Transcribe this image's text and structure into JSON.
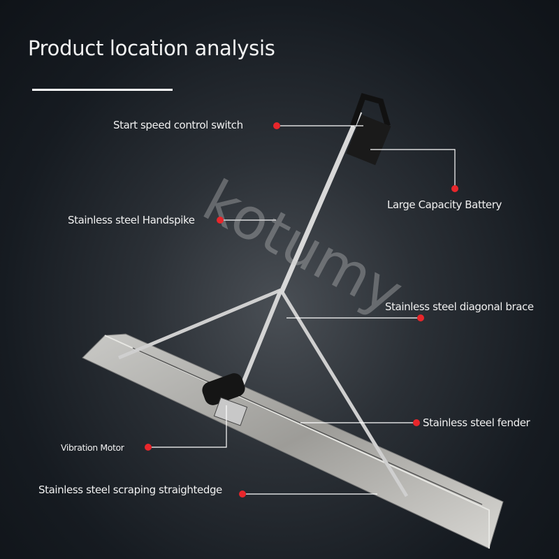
{
  "title": "Product location analysis",
  "watermark": "kotumy",
  "labels": {
    "switch": "Start speed control switch",
    "battery": "Large Capacity Battery",
    "handspike": "Stainless steel Handspike",
    "brace": "Stainless steel diagonal brace",
    "fender": "Stainless steel fender",
    "motor": "Vibration Motor",
    "straightedge": "Stainless steel scraping straightedge"
  },
  "colors": {
    "accent": "#e8262b",
    "background": "#161b21"
  }
}
